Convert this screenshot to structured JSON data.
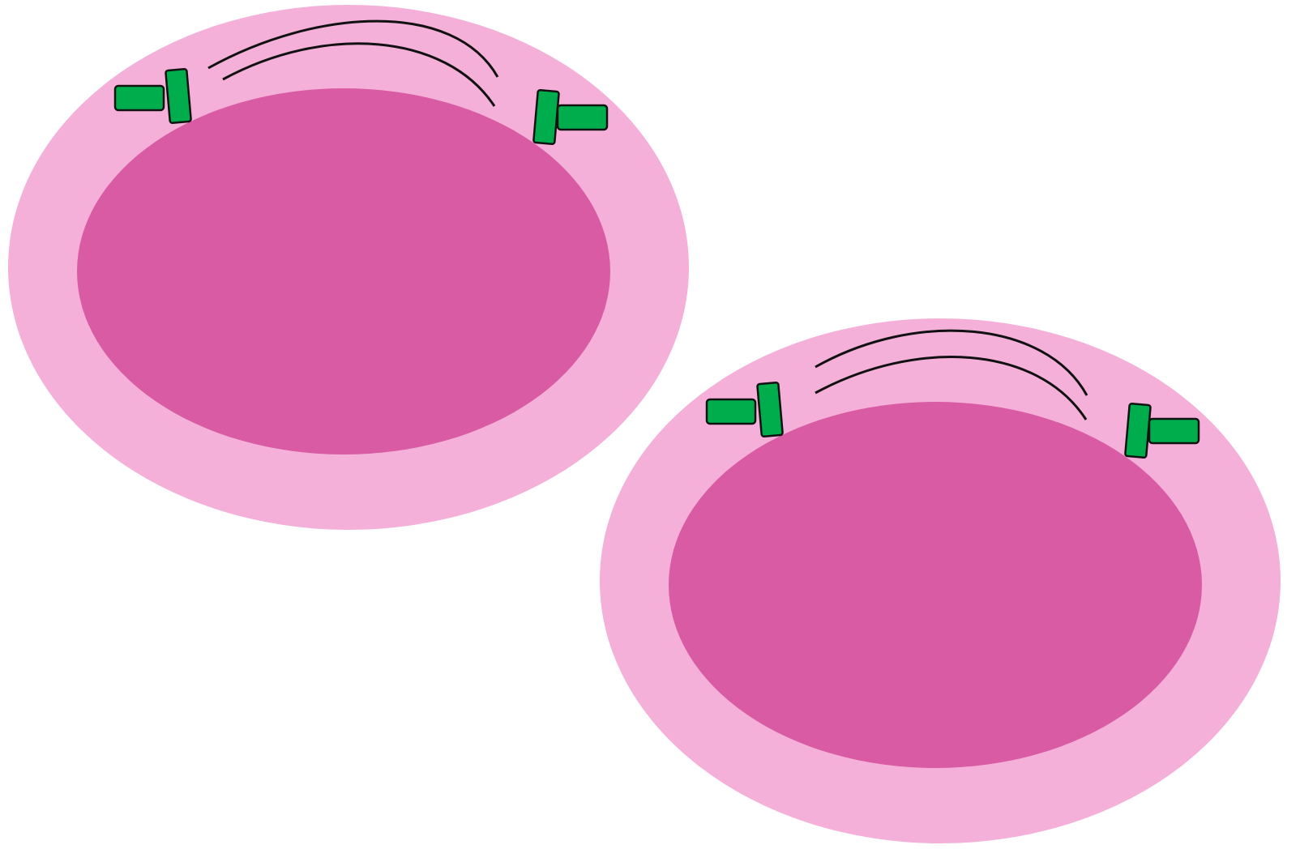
{
  "colors": {
    "background": "#ffffff",
    "outer_membrane": "#f4b0d8",
    "inner_body": "#d85ba3",
    "receptor": "#00ad4c",
    "outline": "#111111"
  },
  "diagram": {
    "cells": [
      {
        "name": "cell-1",
        "parts": [
          "outer-membrane",
          "inner-body",
          "receptor-left",
          "receptor-right",
          "arc-upper",
          "arc-lower"
        ],
        "icon": "cell-with-receptors"
      },
      {
        "name": "cell-2",
        "parts": [
          "outer-membrane",
          "inner-body",
          "receptor-left",
          "receptor-right",
          "arc-upper",
          "arc-lower"
        ],
        "icon": "cell-with-receptors"
      }
    ]
  }
}
